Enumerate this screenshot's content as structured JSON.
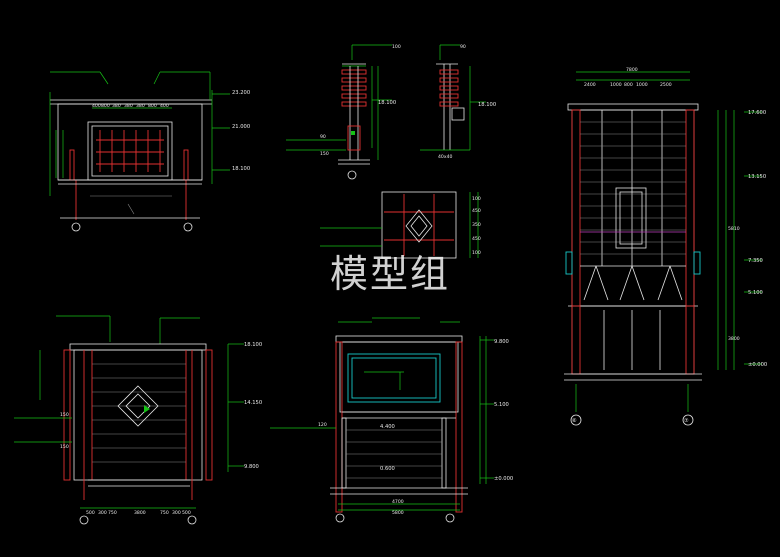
{
  "watermark": "模型组",
  "colors": {
    "background": "#000000",
    "dimension": "#16c216",
    "structure": "#e23030",
    "outline": "#e6e6e6",
    "glass": "#18c8c8"
  },
  "views": {
    "top_left": {
      "levels": [
        "23.200",
        "21.000",
        "18.100"
      ],
      "dims": [
        "400",
        "800",
        "380",
        "380",
        "380",
        "800",
        "400"
      ]
    },
    "section_a": {
      "dims_top": [
        "100"
      ],
      "levels": [
        "18.100"
      ],
      "notes": [
        "90",
        "150"
      ]
    },
    "section_b": {
      "dims_top": [
        "90"
      ],
      "levels": [
        "18.100"
      ],
      "notes": [
        "40x40"
      ]
    },
    "plan_detail": {
      "dims_side": [
        "100",
        "450",
        "350",
        "450",
        "100"
      ]
    },
    "bottom_left": {
      "levels": [
        "18.100",
        "14.150",
        "9.800"
      ],
      "notes": [
        "150",
        "150"
      ],
      "dims_bottom": [
        "500",
        "300",
        "750",
        "3800",
        "750",
        "300",
        "500"
      ]
    },
    "bottom_mid": {
      "levels": [
        "9.800",
        "5.100",
        "±0.000"
      ],
      "inner_levels": [
        "4.400",
        "0.600"
      ],
      "notes": [
        "120"
      ],
      "dims_bottom": [
        "4700",
        "5800"
      ]
    },
    "right": {
      "total_width": "7800",
      "dims_top": [
        "2400",
        "1000",
        "800",
        "1000",
        "2500"
      ],
      "levels": [
        "17.600",
        "13.150",
        "7.350",
        "5.100",
        "±0.000"
      ],
      "dims_side": [
        "5810",
        "3800"
      ],
      "grid_marks": [
        "⑥",
        "⑦"
      ]
    }
  }
}
